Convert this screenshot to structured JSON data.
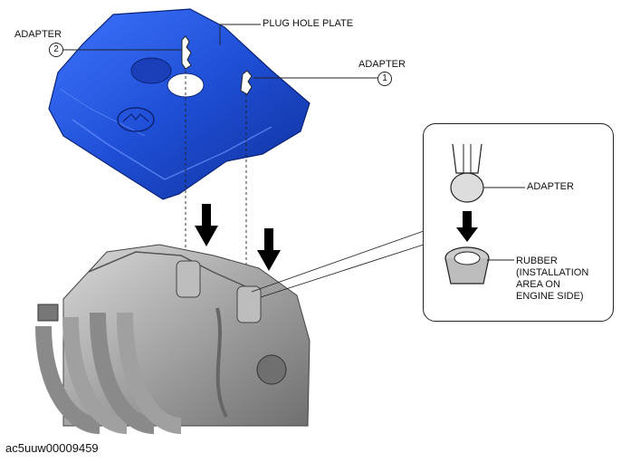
{
  "labels": {
    "adapter_2": "ADAPTER",
    "adapter_1": "ADAPTER",
    "plug_hole_plate": "PLUG HOLE PLATE",
    "inset_adapter": "ADAPTER",
    "inset_rubber_lines": [
      "RUBBER",
      "(INSTALLATION",
      "AREA ON",
      "ENGINE SIDE)"
    ]
  },
  "callouts": {
    "one": "1",
    "two": "2"
  },
  "figure_id": "ac5uuw00009459",
  "colors": {
    "cover_blue": "#1f4fd6",
    "cover_dark": "#0f2f9a",
    "engine_gray": "#9a9a9a"
  }
}
